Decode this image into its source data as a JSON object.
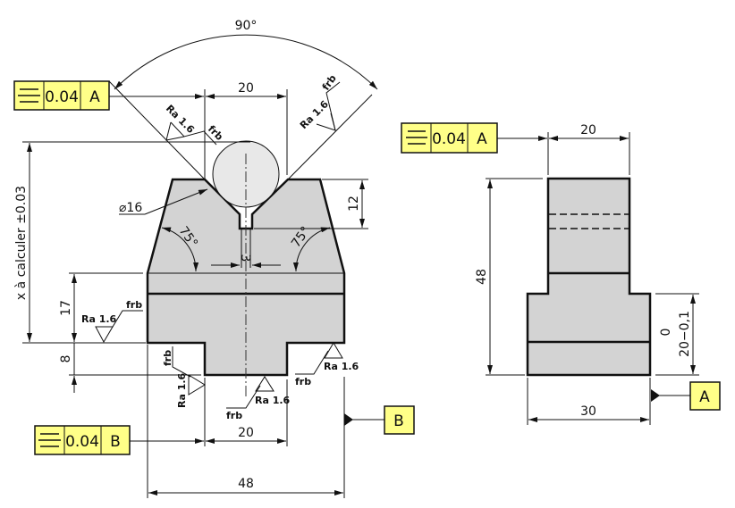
{
  "colors": {
    "part_fill": "#d3d3d3",
    "pin_fill": "#e8e8e8",
    "frame_fill": "#ffff88",
    "line": "#111111"
  },
  "front_view": {
    "angle_v": "90°",
    "dim_top_width": "20",
    "dim_height_x": "x à calculer ±0.03",
    "dim_v_depth": "12",
    "dim_pin": "⌀16",
    "angle_left": "75°",
    "angle_right": "75°",
    "dim_slot": "3",
    "dim_17": "17",
    "dim_8": "8",
    "dim_tenon": "20",
    "dim_overall": "48",
    "fcf_top": {
      "symbol": "symmetry-icon",
      "tolerance": "0.04",
      "datum": "A"
    },
    "fcf_bottom": {
      "symbol": "symmetry-icon",
      "tolerance": "0.04",
      "datum": "B"
    },
    "datum": "B"
  },
  "side_view": {
    "dim_width": "20",
    "dim_height": "48",
    "dim_lower_upper": "0",
    "dim_lower": "20−0,1",
    "dim_base": "30",
    "fcf": {
      "symbol": "symmetry-icon",
      "tolerance": "0.04",
      "datum": "A"
    },
    "datum": "A"
  },
  "roughness": [
    {
      "value": "Ra 1.6",
      "process": "frb"
    },
    {
      "value": "Ra 1.6",
      "process": "frb"
    },
    {
      "value": "Ra 1.6",
      "process": "frb"
    },
    {
      "value": "Ra 1.6",
      "process": "frb"
    },
    {
      "value": "Ra 1.6",
      "process": "frb"
    },
    {
      "value": "Ra 1.6",
      "process": "frb"
    }
  ]
}
